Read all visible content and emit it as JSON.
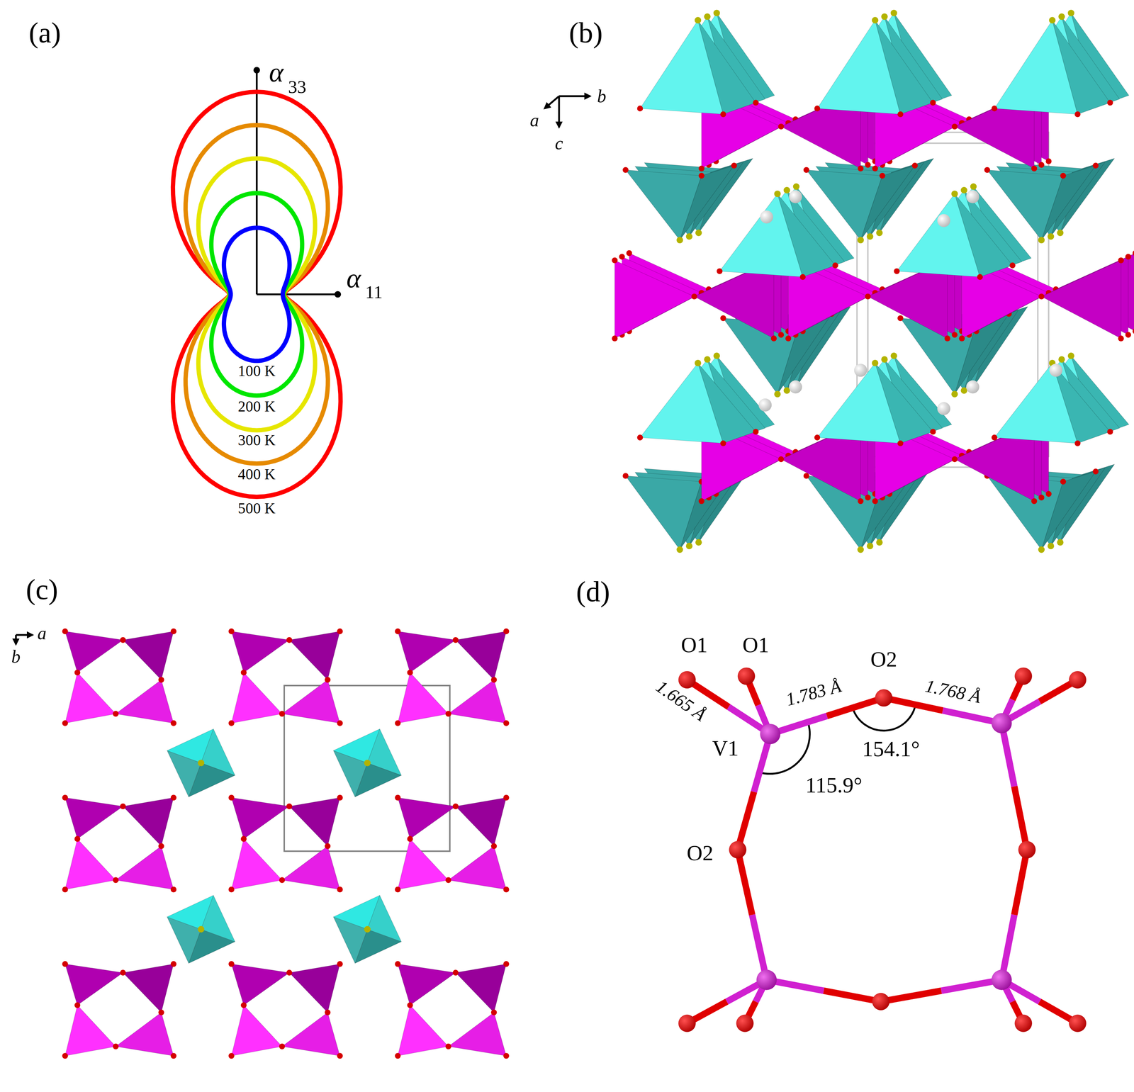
{
  "diagram": {
    "labels": [
      "(a)",
      "α",
      "33",
      "α",
      "11",
      "100 K",
      "200 K",
      "300 K",
      "400 K",
      "500 K",
      "(b)",
      "a",
      "b",
      "c",
      "(c)",
      "a",
      "b",
      "(d)",
      "O1",
      "O1",
      "1.665 Å",
      "1.783 Å",
      "O2",
      "1.768 Å",
      "V1",
      "154.1°",
      "115.9°",
      "O2"
    ]
  }
}
